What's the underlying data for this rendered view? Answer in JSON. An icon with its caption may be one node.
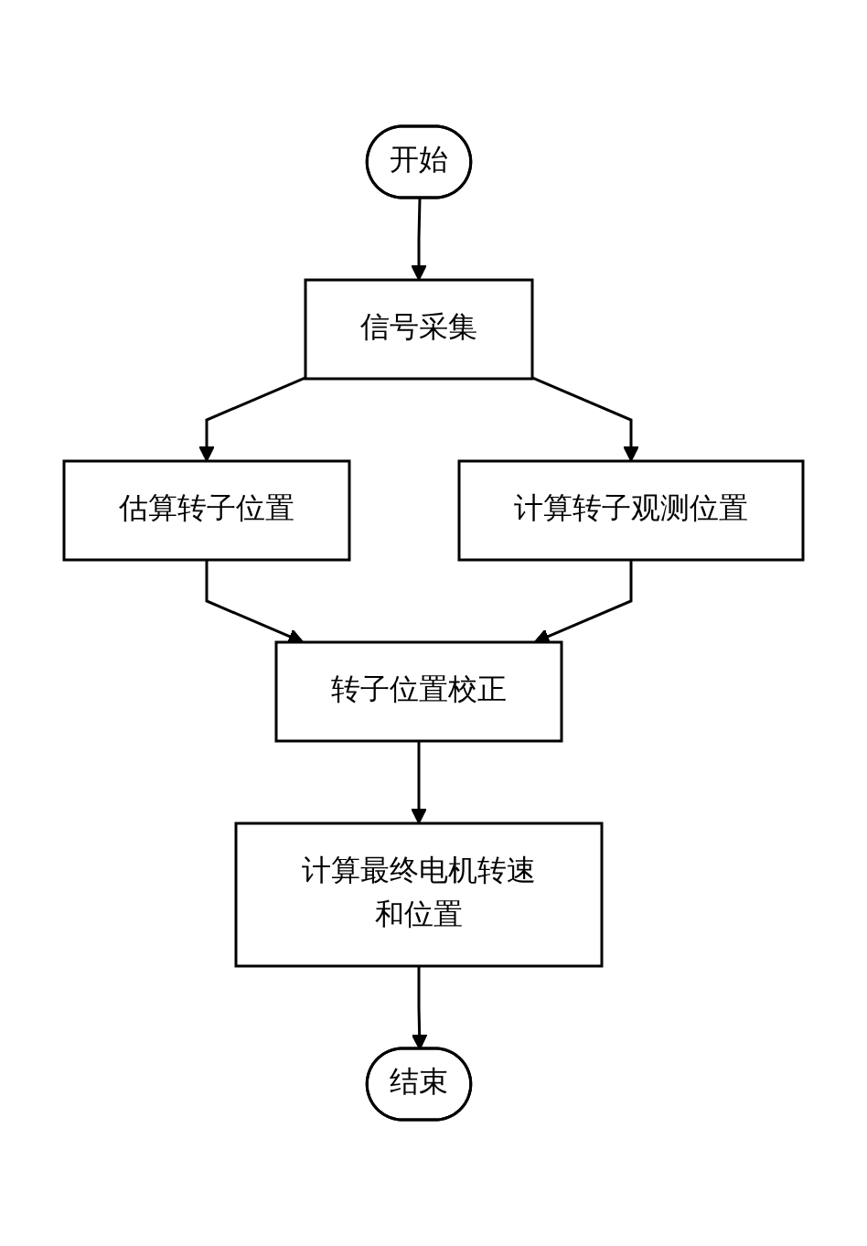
{
  "diagram": {
    "nodes": [
      {
        "text": [
          "开始"
        ]
      },
      {
        "text": [
          "信号采集"
        ]
      },
      {
        "text": [
          "估算转子位置"
        ]
      },
      {
        "text": [
          "计算转子观测位置"
        ]
      },
      {
        "text": [
          "转子位置校正"
        ]
      },
      {
        "text": [
          "计算最终电机转速和位置"
        ]
      },
      {
        "text": [
          "结束"
        ]
      }
    ],
    "edges": [
      {
        "from": 0,
        "to": 1,
        "arrow": "to"
      },
      {
        "from": 1,
        "to": 2,
        "arrow": "to"
      },
      {
        "from": 1,
        "to": 3,
        "arrow": "to"
      },
      {
        "from": 2,
        "to": 4,
        "arrow": "to"
      },
      {
        "from": 3,
        "to": 4,
        "arrow": "to"
      },
      {
        "from": 4,
        "to": 5,
        "arrow": "to"
      },
      {
        "from": 5,
        "to": 6,
        "arrow": "to"
      }
    ]
  }
}
